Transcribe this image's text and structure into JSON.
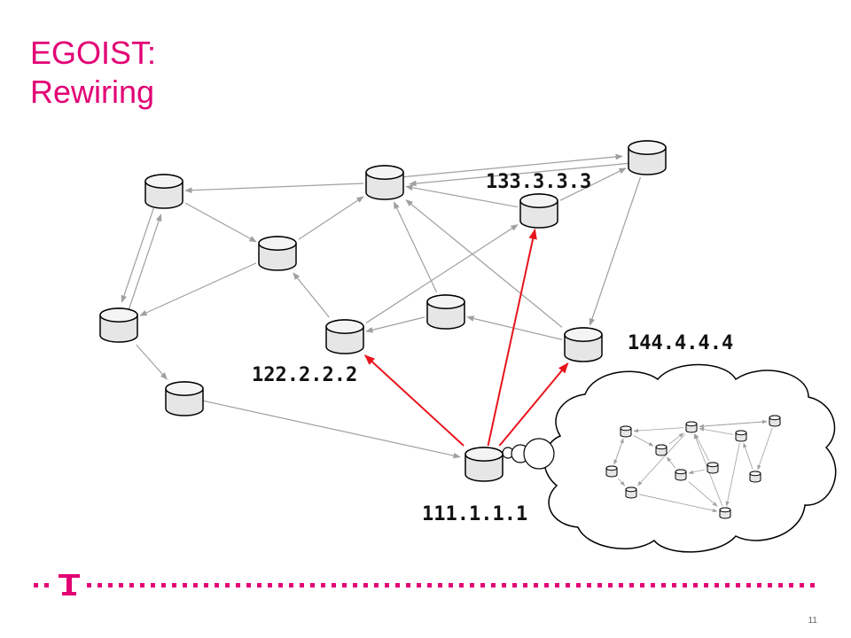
{
  "slide": {
    "title_line1": "EGOIST:",
    "title_line2": "Rewiring",
    "page_number": "11",
    "logo_icon": "telekom-t-logo-icon",
    "accent_color": "#e20074"
  },
  "diagram": {
    "edge_color": "#a0a0a0",
    "highlight_color": "#e8141c",
    "labels": {
      "node_111": "111.1.1.1",
      "node_122": "122.2.2.2",
      "node_133": "133.3.3.3",
      "node_144": "144.4.4.4"
    },
    "cloud_icon": "cloud-icon",
    "node_icon": "database-node-icon"
  }
}
